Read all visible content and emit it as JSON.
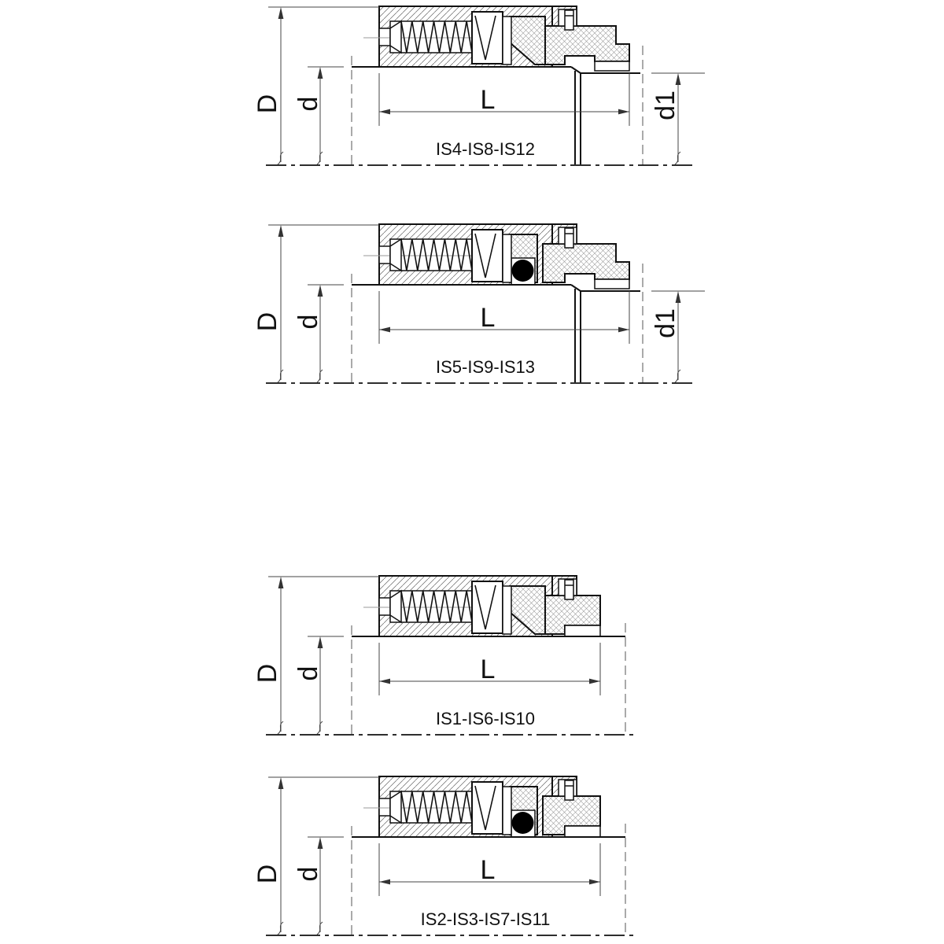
{
  "sheet": {
    "background": "#ffffff",
    "line_color": "#111111",
    "dim_line_color": "#444444",
    "hatch_diagonal_color": "#666666",
    "hatch_cross_color": "#999999",
    "oring_color": "#000000"
  },
  "drawings": [
    {
      "caption": "IS4-IS8-IS12",
      "labels": {
        "outer_diameter": "D",
        "shaft_diameter": "d",
        "length": "L",
        "seat_bore": "d1"
      },
      "features": {
        "oring": false,
        "shaft_step": true
      }
    },
    {
      "caption": "IS5-IS9-IS13",
      "labels": {
        "outer_diameter": "D",
        "shaft_diameter": "d",
        "length": "L",
        "seat_bore": "d1"
      },
      "features": {
        "oring": true,
        "shaft_step": true
      }
    },
    {
      "caption": "IS1-IS6-IS10",
      "labels": {
        "outer_diameter": "D",
        "shaft_diameter": "d",
        "length": "L"
      },
      "features": {
        "oring": false,
        "shaft_step": false
      }
    },
    {
      "caption": "IS2-IS3-IS7-IS11",
      "labels": {
        "outer_diameter": "D",
        "shaft_diameter": "d",
        "length": "L"
      },
      "features": {
        "oring": true,
        "shaft_step": false
      }
    }
  ]
}
